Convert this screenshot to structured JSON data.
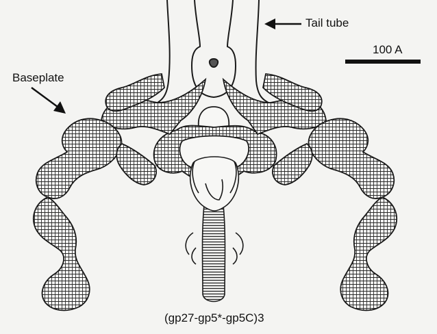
{
  "labels": {
    "tail_tube": "Tail tube",
    "baseplate": "Baseplate",
    "scale_bar": "100 A",
    "complex": "(gp27-gp5*-gp5C)3"
  },
  "colors": {
    "background": "#f4f4f2",
    "ink": "#111111",
    "mesh": "#2a2a2a"
  }
}
